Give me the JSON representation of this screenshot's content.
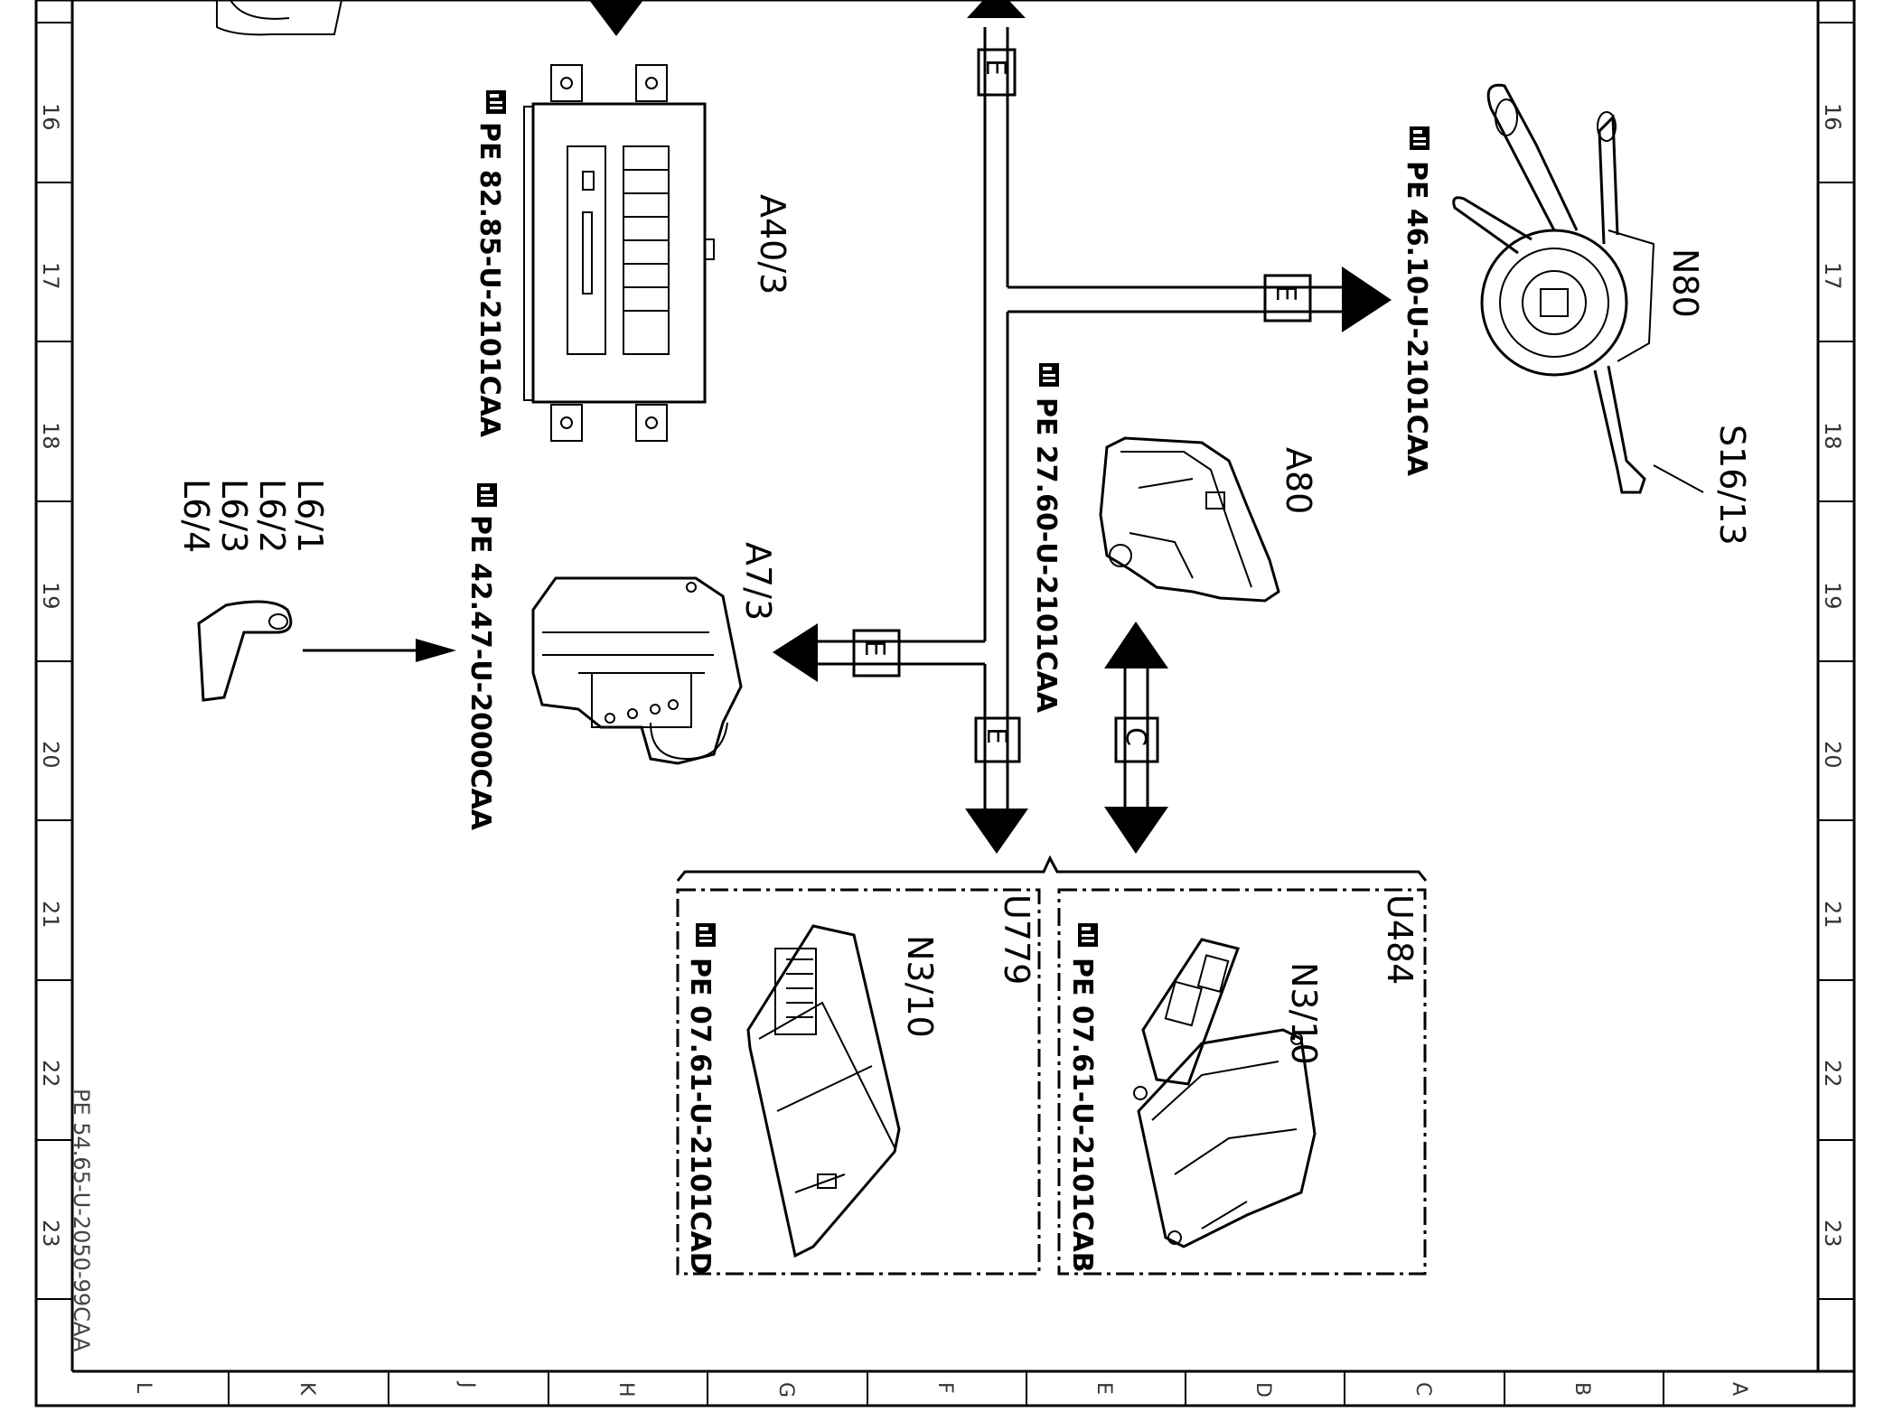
{
  "grid": {
    "row_numbers": [
      "16",
      "17",
      "18",
      "19",
      "20",
      "21",
      "22",
      "23"
    ],
    "column_letters": [
      "L",
      "K",
      "J",
      "H",
      "G",
      "F",
      "E",
      "D",
      "C",
      "B",
      "A"
    ]
  },
  "sheet_code": "PE 54.65-U-2050-99CAA",
  "components": {
    "a40_3": {
      "label": "A40/3",
      "ref": "PE 82.85-U-2101CAA"
    },
    "a7_3": {
      "label": "A7/3",
      "ref": "PE 42.47-U-2000CAA"
    },
    "l6": {
      "labels": [
        "L6/1",
        "L6/2",
        "L6/3",
        "L6/4"
      ]
    },
    "a80": {
      "label": "A80",
      "ref": "PE 27.60-U-2101CAA"
    },
    "n80": {
      "label": "N80",
      "ref": "PE 46.10-U-2101CAA"
    },
    "s16_13": {
      "label": "S16/13"
    },
    "n3_10_u779": {
      "variant": "U779",
      "label": "N3/10",
      "ref": "PE 07.61-U-2101CAD"
    },
    "n3_10_u484": {
      "variant": "U484",
      "label": "N3/10",
      "ref": "PE 07.61-U-2101CAB"
    }
  },
  "bus_labels": {
    "e_top": "E",
    "e_right": "E",
    "e_left": "E",
    "e_down": "E",
    "c_link": "C"
  },
  "icons": [
    "service-hand-icon"
  ]
}
